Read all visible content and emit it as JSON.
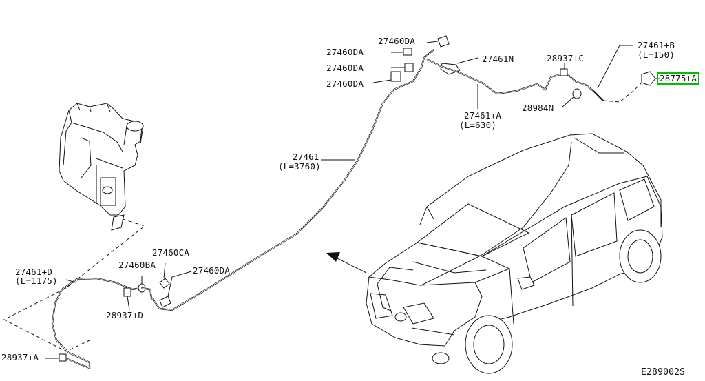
{
  "diagram": {
    "reference_code": "E289002S",
    "labels": {
      "clip_27460DA_top": "27460DA",
      "clip_27460DA_a": "27460DA",
      "clip_27460DA_b": "27460DA",
      "clip_27460DA_c": "27460DA",
      "hose_27461N": "27461N",
      "joint_28937C": "28937+C",
      "hose_27461B": "27461+B",
      "hose_27461B_len": "(L=150)",
      "nozzle_28775A": "28775+A",
      "hose_27461A": "27461+A",
      "hose_27461A_len": "(L=630)",
      "grommet_28984N": "28984N",
      "hose_27461": "27461",
      "hose_27461_len": "(L=3760)",
      "clip_27460CA": "27460CA",
      "clip_27460BA": "27460BA",
      "clip_27460DA_low": "27460DA",
      "hose_27461D": "27461+D",
      "hose_27461D_len": "(L=1175)",
      "joint_28937D": "28937+D",
      "joint_28937A": "28937+A"
    },
    "highlighted_part": "28775+A",
    "highlight_color": "#00c000"
  }
}
